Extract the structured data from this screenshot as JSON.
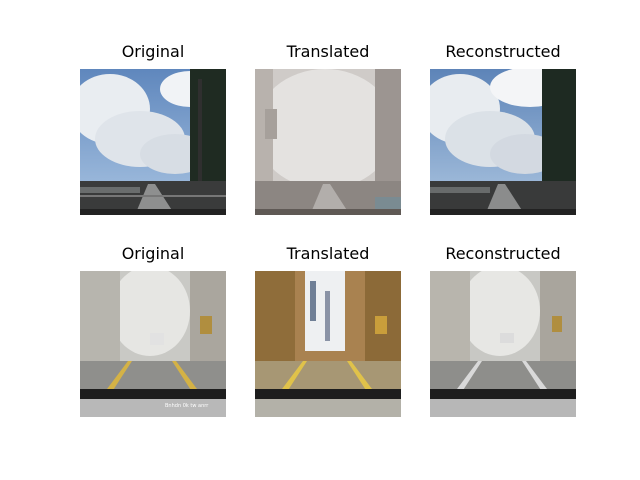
{
  "panels": [
    {
      "title": "Original",
      "scene": "clear-sky-road"
    },
    {
      "title": "Translated",
      "scene": "foggy-road"
    },
    {
      "title": "Reconstructed",
      "scene": "clear-sky-road"
    },
    {
      "title": "Original",
      "scene": "foggy-tree-road"
    },
    {
      "title": "Translated",
      "scene": "warm-tint-tree-road"
    },
    {
      "title": "Reconstructed",
      "scene": "foggy-tree-road"
    }
  ],
  "overlay_text": {
    "row2": "Bnhdn 0k tw anrr"
  }
}
